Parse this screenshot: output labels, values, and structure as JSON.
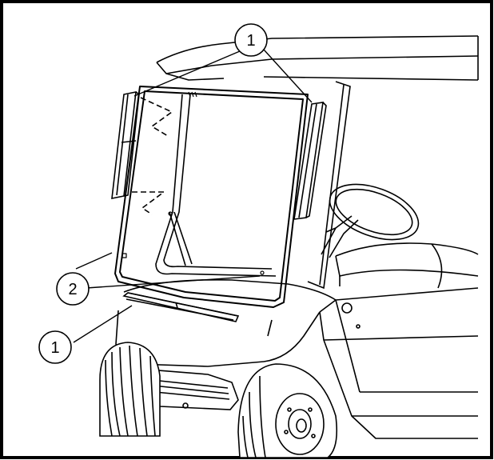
{
  "callouts": [
    {
      "label": "1"
    },
    {
      "label": "2"
    },
    {
      "label": "1"
    }
  ],
  "colors": {
    "line": "#000000",
    "background": "#ffffff",
    "panel_line": "#111111"
  }
}
